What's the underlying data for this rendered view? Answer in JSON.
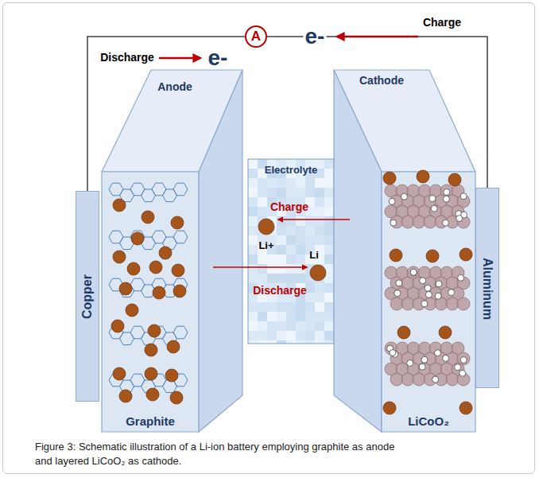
{
  "diagram": {
    "caption": "Figure 3: Schematic illustration of a Li-ion battery employing graphite as anode and layered LiCoO₂ as cathode.",
    "nodes": [
      {
        "text": [
          "A"
        ]
      },
      {
        "text": [
          "Anode",
          "Graphite"
        ]
      },
      {
        "text": [
          "Electrolyte"
        ]
      },
      {
        "text": [
          "Cathode",
          "LiCoO₂"
        ]
      },
      {
        "text": [
          "Copper"
        ]
      },
      {
        "text": [
          "Aluminum"
        ]
      }
    ],
    "edges": [
      {
        "from": 4,
        "to": 0,
        "arrow": "none"
      },
      {
        "from": 0,
        "to": 5,
        "arrow": "none"
      }
    ],
    "labels": [
      "e-",
      "Charge",
      "Discharge",
      "e-",
      "Charge",
      "Li+",
      "Li",
      "Discharge"
    ]
  }
}
